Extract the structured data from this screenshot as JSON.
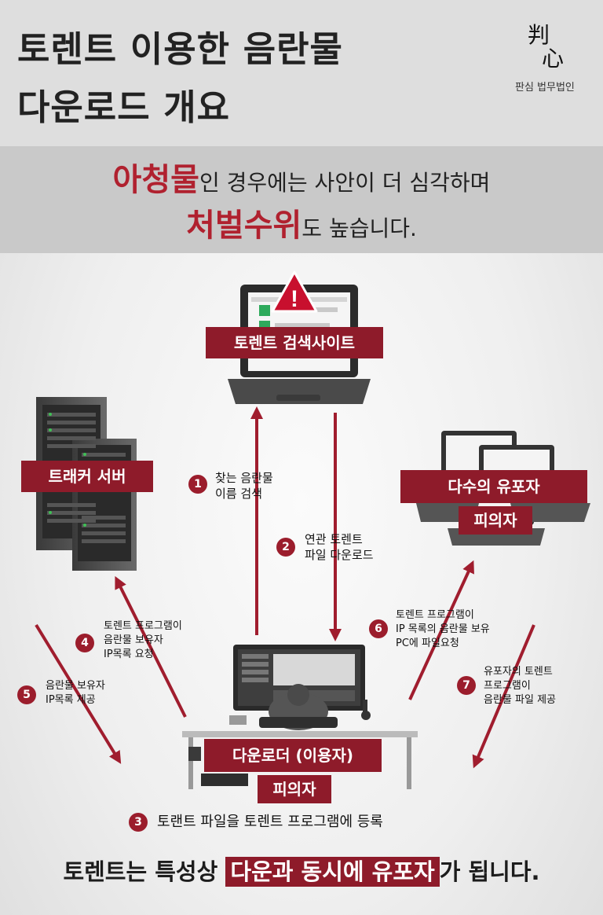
{
  "title": {
    "line1": "토렌트 이용한 음란물",
    "line2": "다운로드 개요"
  },
  "logo": {
    "mark_top": "判",
    "mark_bottom": "心",
    "name": "판심 법무법인"
  },
  "banner": {
    "line1_red": "아청물",
    "line1_rest": "인 경우에는 사안이 더 심각하며",
    "line2_red": "처벌수위",
    "line2_rest": "도 높습니다."
  },
  "nodes": {
    "search_site": "토렌트 검색사이트",
    "tracker": "트래커 서버",
    "distributors": "다수의 유포자",
    "distributors_sub": "피의자",
    "downloader": "다운로더 (이용자)",
    "downloader_sub": "피의자",
    "alert_symbol": "!"
  },
  "steps": [
    {
      "num": "1",
      "lines": [
        "찾는 음란물",
        "이름 검색"
      ]
    },
    {
      "num": "2",
      "lines": [
        "연관 토렌트",
        "파일 다운로드"
      ]
    },
    {
      "num": "3",
      "lines": [
        "토랜트 파일을 토렌트 프로그램에 등록"
      ]
    },
    {
      "num": "4",
      "lines": [
        "토렌트 프로그램이",
        "음란물 보유자",
        "IP목록 요청"
      ]
    },
    {
      "num": "5",
      "lines": [
        "음란물 보유자",
        "IP목록 제공"
      ]
    },
    {
      "num": "6",
      "lines": [
        "토렌트 프로그램이",
        "IP 목록의 음란물 보유",
        "PC에 파일요청"
      ]
    },
    {
      "num": "7",
      "lines": [
        "유포자의 토렌트",
        "프로그램이",
        "음란물 파일 제공"
      ]
    }
  ],
  "footer": {
    "pre": "토렌트는 특성상 ",
    "highlight": "다운과 동시에 유포자",
    "post": "가 됩니다."
  },
  "colors": {
    "accent": "#8e1b2a",
    "arrow": "#a01d2e",
    "alert": "#c8102e"
  }
}
